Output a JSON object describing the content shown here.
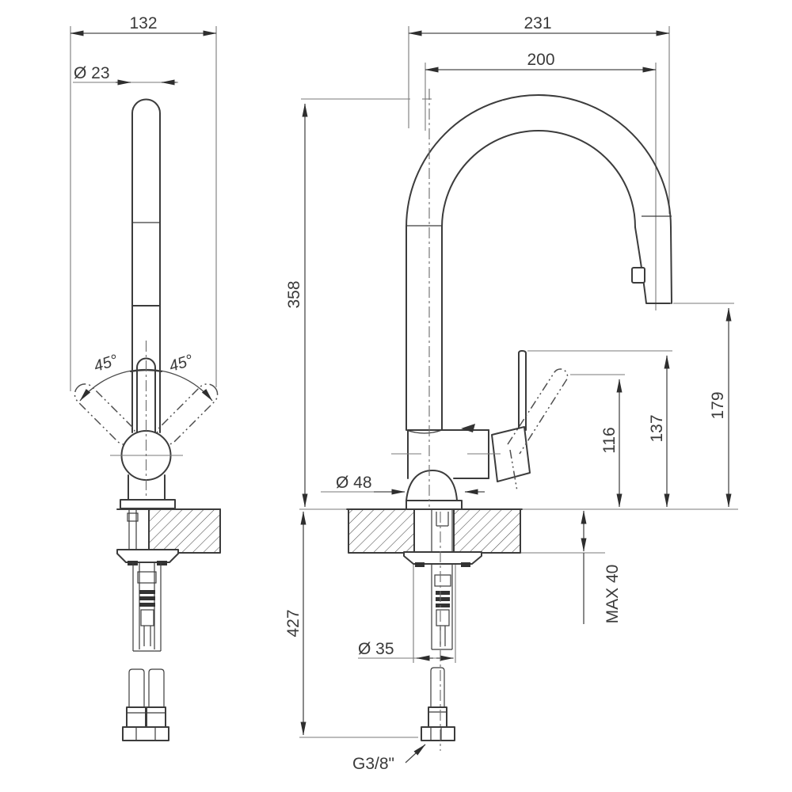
{
  "drawing": {
    "side_view": {
      "overall_width": "132",
      "spout_tube_diameter": "Ø 23",
      "swivel_angle_left": "45°",
      "swivel_angle_right": "45°"
    },
    "front_view": {
      "overall_depth": "231",
      "spout_reach": "200",
      "spout_height": "358",
      "outlet_height": "179",
      "lever_top_height": "137",
      "lever_tilted_height": "116",
      "base_diameter": "Ø 48",
      "hose_length": "427",
      "max_deck_thickness": "MAX 40",
      "mounting_hole_diameter": "Ø 35",
      "supply_connection": "G3/8\""
    }
  }
}
